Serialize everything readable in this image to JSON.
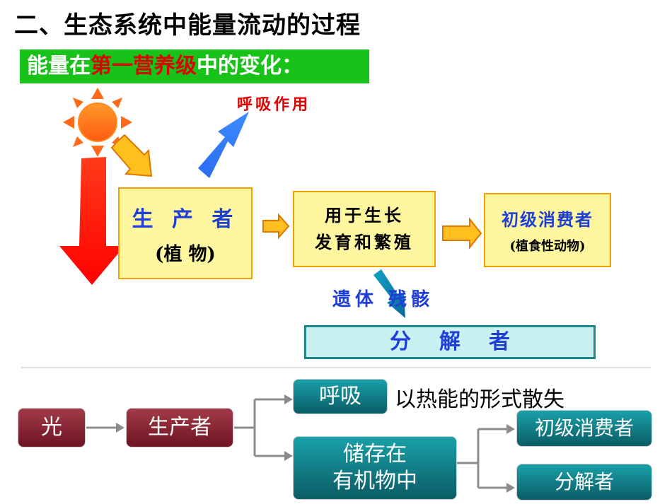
{
  "title": "二、生态系统中能量流动的过程",
  "subtitle": {
    "prefix": "能量在",
    "highlight": "第一营养级",
    "suffix": "中的变化："
  },
  "top_diagram": {
    "respiration_label": "呼吸作用",
    "producer": {
      "line1": "生 产 者",
      "line2": "(植 物)"
    },
    "growth": {
      "line1": "用于生长",
      "line2": "发育和繁殖"
    },
    "primary_consumer": {
      "line1": "初级消费者",
      "line2": "(植食性动物)"
    },
    "remains_label": "遗体  残骸",
    "decomposer": "分解者"
  },
  "flow_diagram": {
    "light": "光",
    "producer": "生产者",
    "respiration": "呼吸",
    "heat_loss": "以热能的形式散失",
    "storage": {
      "line1": "储存在",
      "line2": "有机物中"
    },
    "primary_consumer": "初级消费者",
    "decomposer": "分解者"
  },
  "colors": {
    "title_bar_green": "#19c219",
    "highlight_red": "#e00000",
    "box_yellow": "#fff7a0",
    "text_blue": "#1f3fd6",
    "maroon_box": "#8a2232",
    "teal_box": "#0f7a84",
    "connector_gray": "#8c8c8c"
  }
}
